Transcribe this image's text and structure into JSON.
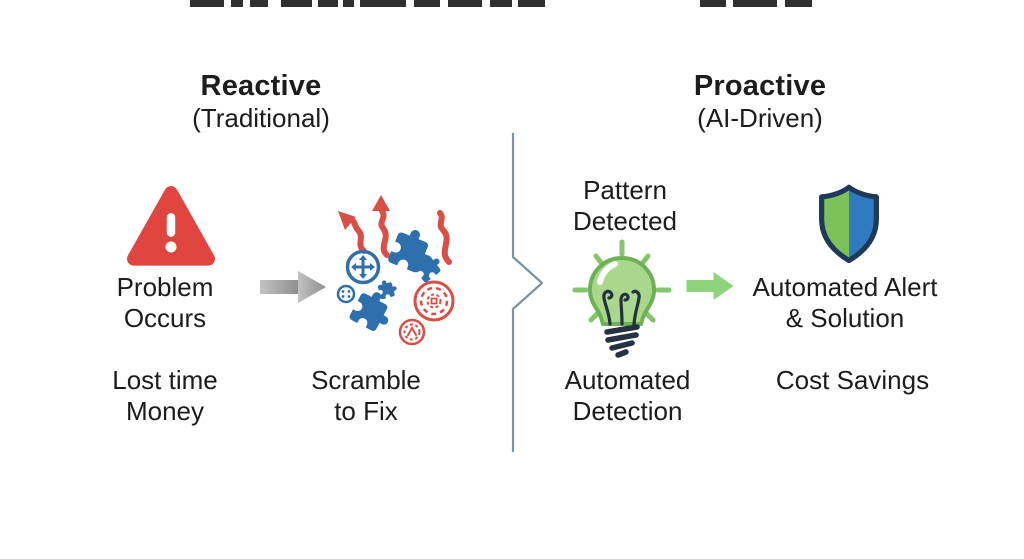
{
  "colors": {
    "text_dark": "#1c1c1c",
    "warning_red": "#e0463f",
    "chaos_blue": "#2e6fad",
    "chaos_red": "#d94f45",
    "arrow_gray_light": "#c2c2c2",
    "arrow_gray_dark": "#8e8e8e",
    "arrow_green": "#8fd37b",
    "bulb_green": "#a9d78c",
    "bulb_outline": "#6db055",
    "bulb_ray": "#85c468",
    "bulb_dark": "#233140",
    "shield_green": "#7dc15a",
    "shield_blue": "#2f7ac0",
    "shield_outline": "#1d3b58",
    "divider_line": "#7b93a8",
    "remnant_dark": "#2f2f2f"
  },
  "left_panel": {
    "title": "Reactive",
    "subtitle": "(Traditional)",
    "problem_label": "Problem\nOccurs",
    "outcome_left": "Lost time\nMoney",
    "outcome_right": "Scramble\nto Fix"
  },
  "right_panel": {
    "title": "Proactive",
    "subtitle": "(AI-Driven)",
    "pattern_label": "Pattern\nDetected",
    "alert_label": "Automated Alert\n& Solution",
    "outcome_left": "Automated\nDetection",
    "outcome_right": "Cost Savings"
  },
  "icons": {
    "warning": "warning-triangle-icon",
    "chaos": "scramble-chaos-icon",
    "gray_arrow": "right-arrow-icon",
    "green_arrow": "right-arrow-icon",
    "lightbulb": "lightbulb-icon",
    "shield": "shield-icon",
    "divider": "chevron-divider"
  }
}
